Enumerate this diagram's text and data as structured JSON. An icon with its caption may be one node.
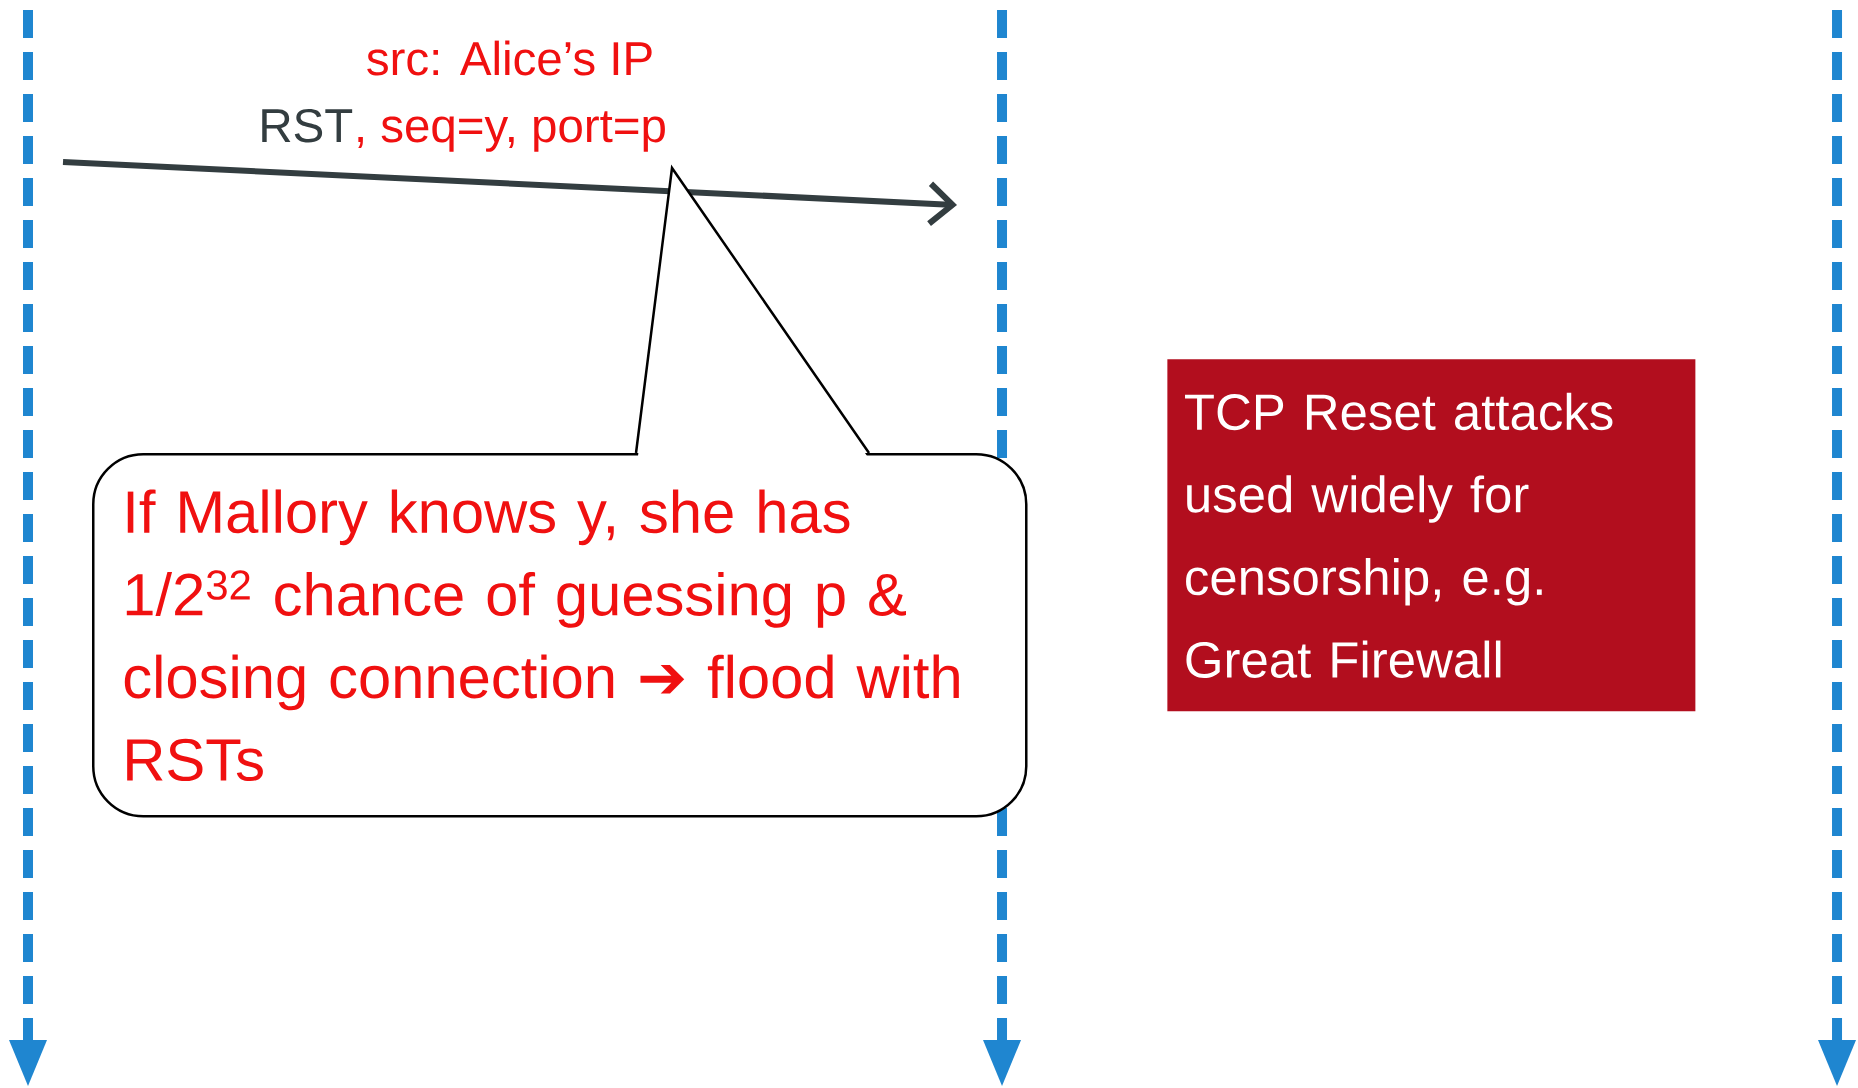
{
  "diagram": {
    "nodes": [
      {
        "text": [
          "If Mallory knows y, she has 1/2$^{32}$ chance of guessing p & closing connection ➔ flood with RSTs"
        ]
      },
      {
        "text": [
          "TCP Reset attacks used widely for censorship, e.g. Great Firewall"
        ]
      }
    ],
    "labels": [
      "src: Alice’s IP",
      "RST",
      ", seq=y, port=p"
    ]
  }
}
